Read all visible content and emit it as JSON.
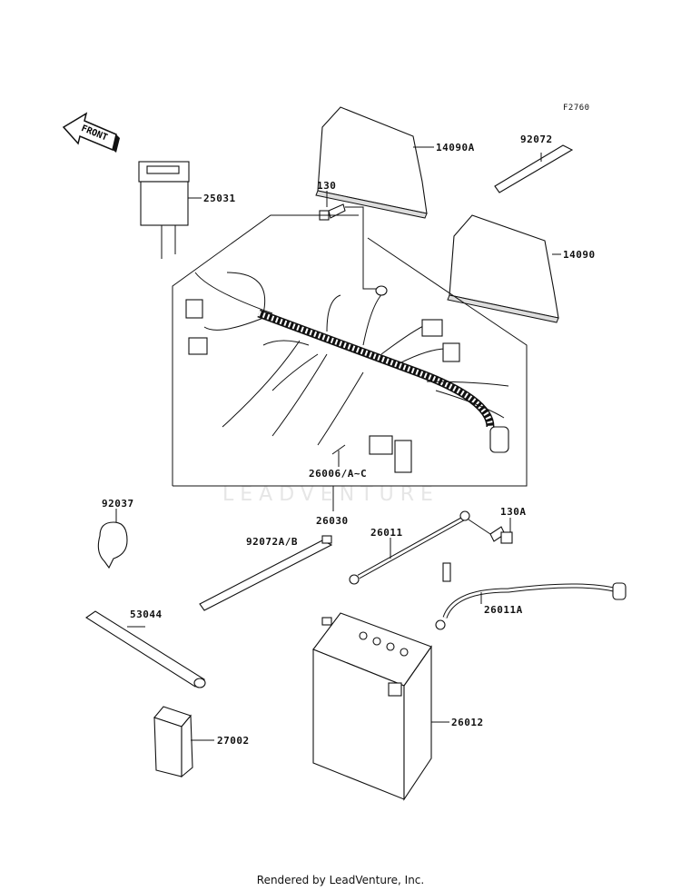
{
  "diagram_code": "F2760",
  "front_arrow": "FRONT",
  "watermark": "LEADVENTURE",
  "labels": {
    "p14090A": "14090A",
    "p92072": "92072",
    "p25031": "25031",
    "p130": "130",
    "p14090": "14090",
    "p26006": "26006/A~C",
    "p26030": "26030",
    "p92037": "92037",
    "p92072AB": "92072A/B",
    "p26011": "26011",
    "p130A": "130A",
    "p53044": "53044",
    "p26011A": "26011A",
    "p26012": "26012",
    "p27002": "27002"
  },
  "footer": "Rendered by LeadVenture, Inc."
}
